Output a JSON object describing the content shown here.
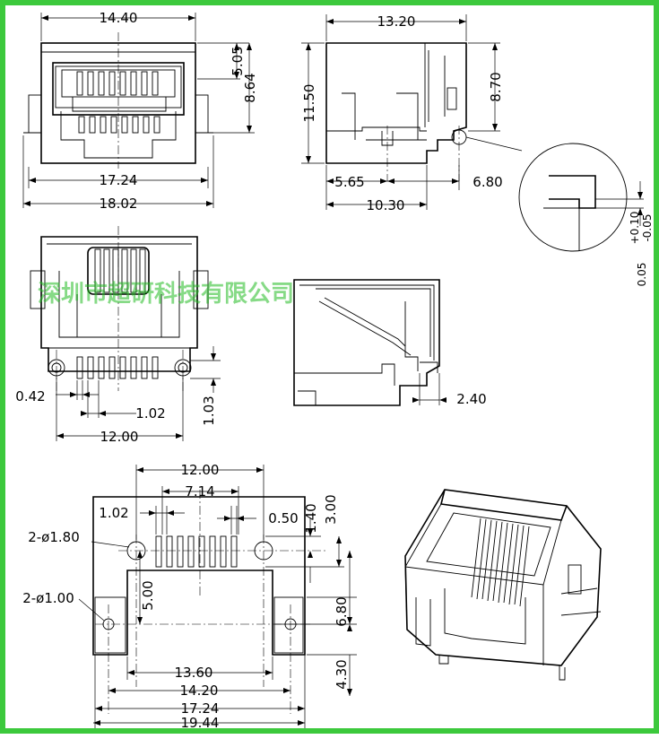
{
  "watermark": "深圳市超研科技有限公司",
  "front_view": {
    "top_width": "14.40",
    "height_inner": "5.05",
    "height_total": "8.64",
    "width_body": "17.24",
    "width_overall": "18.02"
  },
  "side_view": {
    "length": "13.20",
    "height": "11.50",
    "height_upper": "8.70",
    "offset_left": "5.65",
    "offset_right": "6.80",
    "depth": "10.30"
  },
  "detail_view": {
    "tolerance": "0.05",
    "tolerance_plus": "+0.10",
    "tolerance_minus": "-0.05"
  },
  "bottom_view": {
    "pitch_small": "0.42",
    "pin_pitch": "1.02",
    "post_offset": "1.03",
    "post_spacing": "12.00"
  },
  "side_section": {
    "tab_length": "2.40"
  },
  "pcb_layout": {
    "post_spacing": "12.00",
    "pin_span": "7.14",
    "pin_pitch": "1.02",
    "pad_width": "0.50",
    "row_offset": "1.40",
    "post_height": "3.00",
    "large_hole": "2-ø1.80",
    "small_hole": "2-ø1.00",
    "center_offset": "5.00",
    "hole_offset": "6.80",
    "bottom_margin": "4.30",
    "cutout_width": "13.60",
    "small_hole_spacing": "14.20",
    "body_width": "17.24",
    "overall_width": "19.44"
  }
}
